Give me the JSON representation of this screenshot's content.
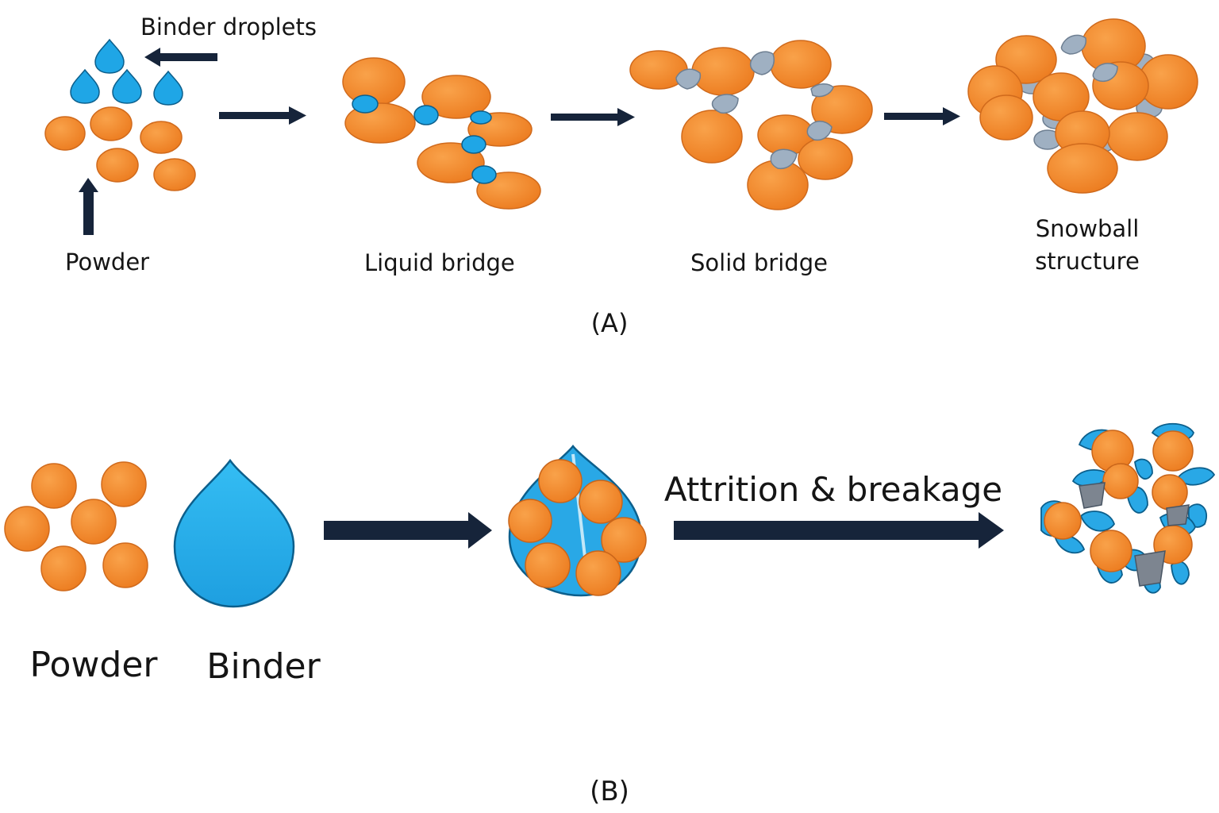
{
  "panel_a": {
    "binder_droplets_label": "Binder droplets",
    "powder_label": "Powder",
    "liquid_bridge_label": "Liquid bridge",
    "solid_bridge_label": "Solid bridge",
    "snowball_label_line1": "Snowball",
    "snowball_label_line2": "structure",
    "caption": "(A)"
  },
  "panel_b": {
    "powder_label": "Powder",
    "binder_label": "Binder",
    "process_label": "Attrition & breakage",
    "caption": "(B)"
  },
  "colors": {
    "powder": "#f28a2e",
    "powder_stroke": "#c9651a",
    "binder": "#29a8e6",
    "binder_stroke": "#0c5f8c",
    "solid_bridge": "#9fb0c2",
    "arrow": "#16243a"
  }
}
